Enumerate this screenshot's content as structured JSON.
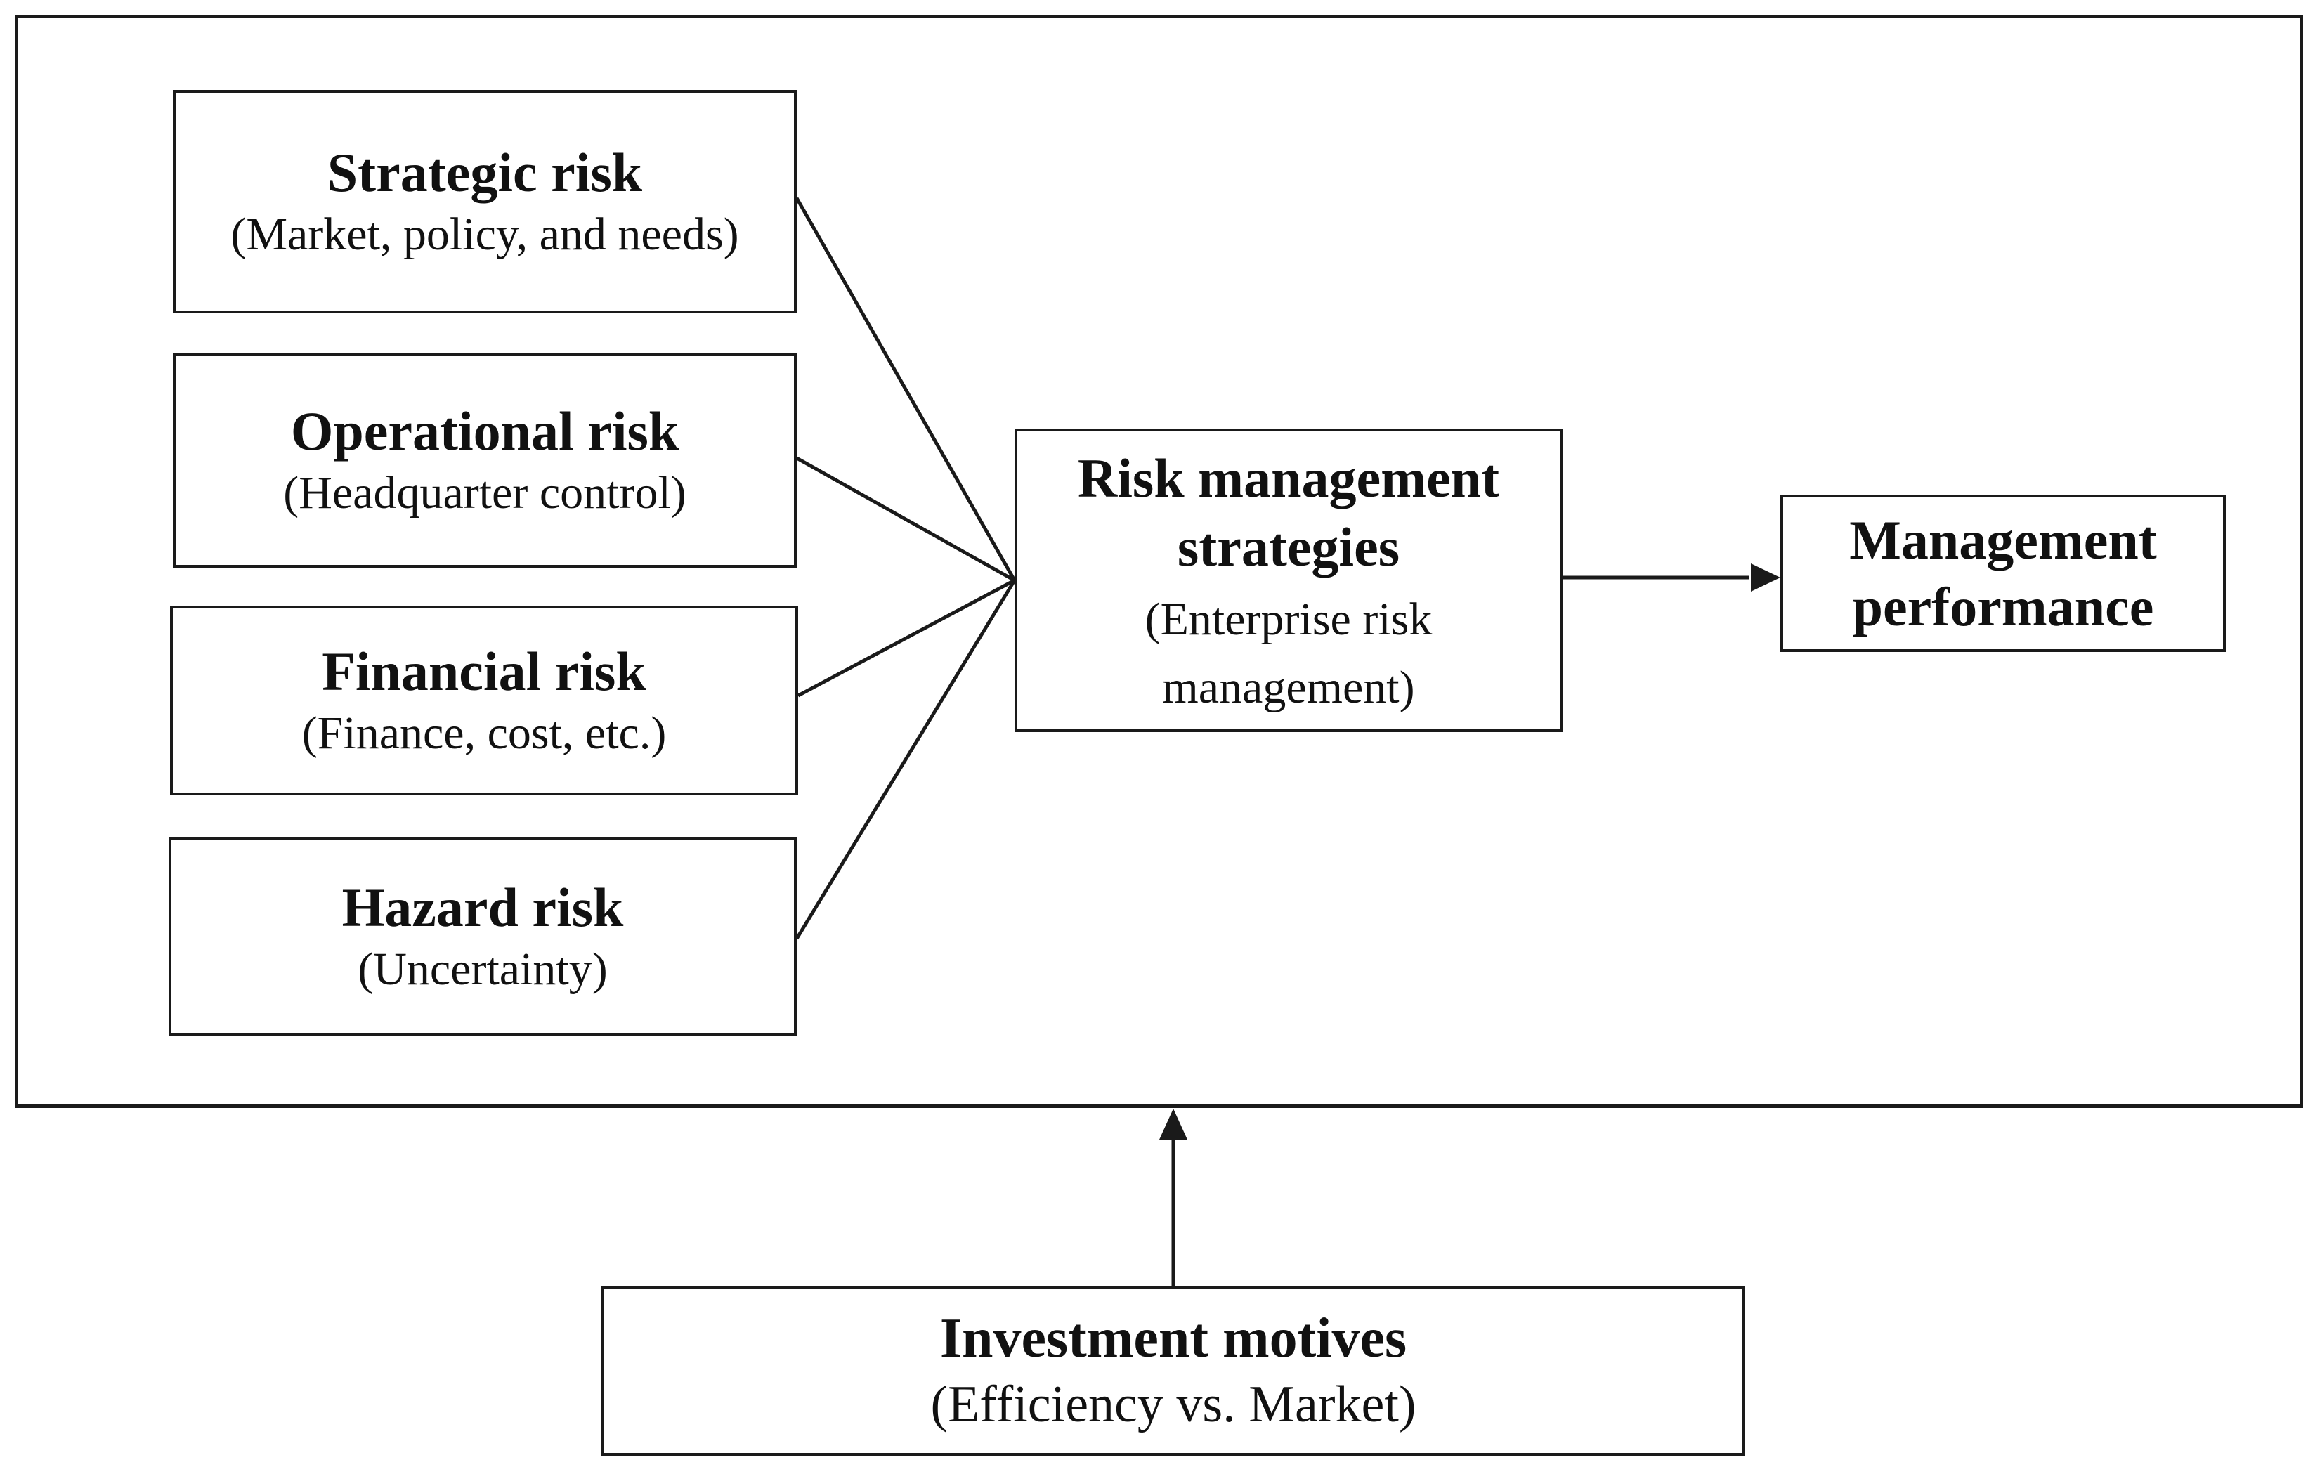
{
  "risks": {
    "strategic": {
      "title": "Strategic risk",
      "subtitle": "(Market, policy, and needs)"
    },
    "operational": {
      "title": "Operational risk",
      "subtitle": "(Headquarter control)"
    },
    "financial": {
      "title": "Financial risk",
      "subtitle": "(Finance, cost, etc.)"
    },
    "hazard": {
      "title": "Hazard risk",
      "subtitle": "(Uncertainty)"
    }
  },
  "strategies": {
    "title_line1": "Risk management",
    "title_line2": "strategies",
    "subtitle_line1": "(Enterprise risk",
    "subtitle_line2": "management)"
  },
  "performance": {
    "title_line1": "Management",
    "title_line2": "performance"
  },
  "investment": {
    "title": "Investment motives",
    "subtitle": "(Efficiency vs. Market)"
  },
  "colors": {
    "line": "#1a1a1a",
    "background": "#ffffff"
  }
}
